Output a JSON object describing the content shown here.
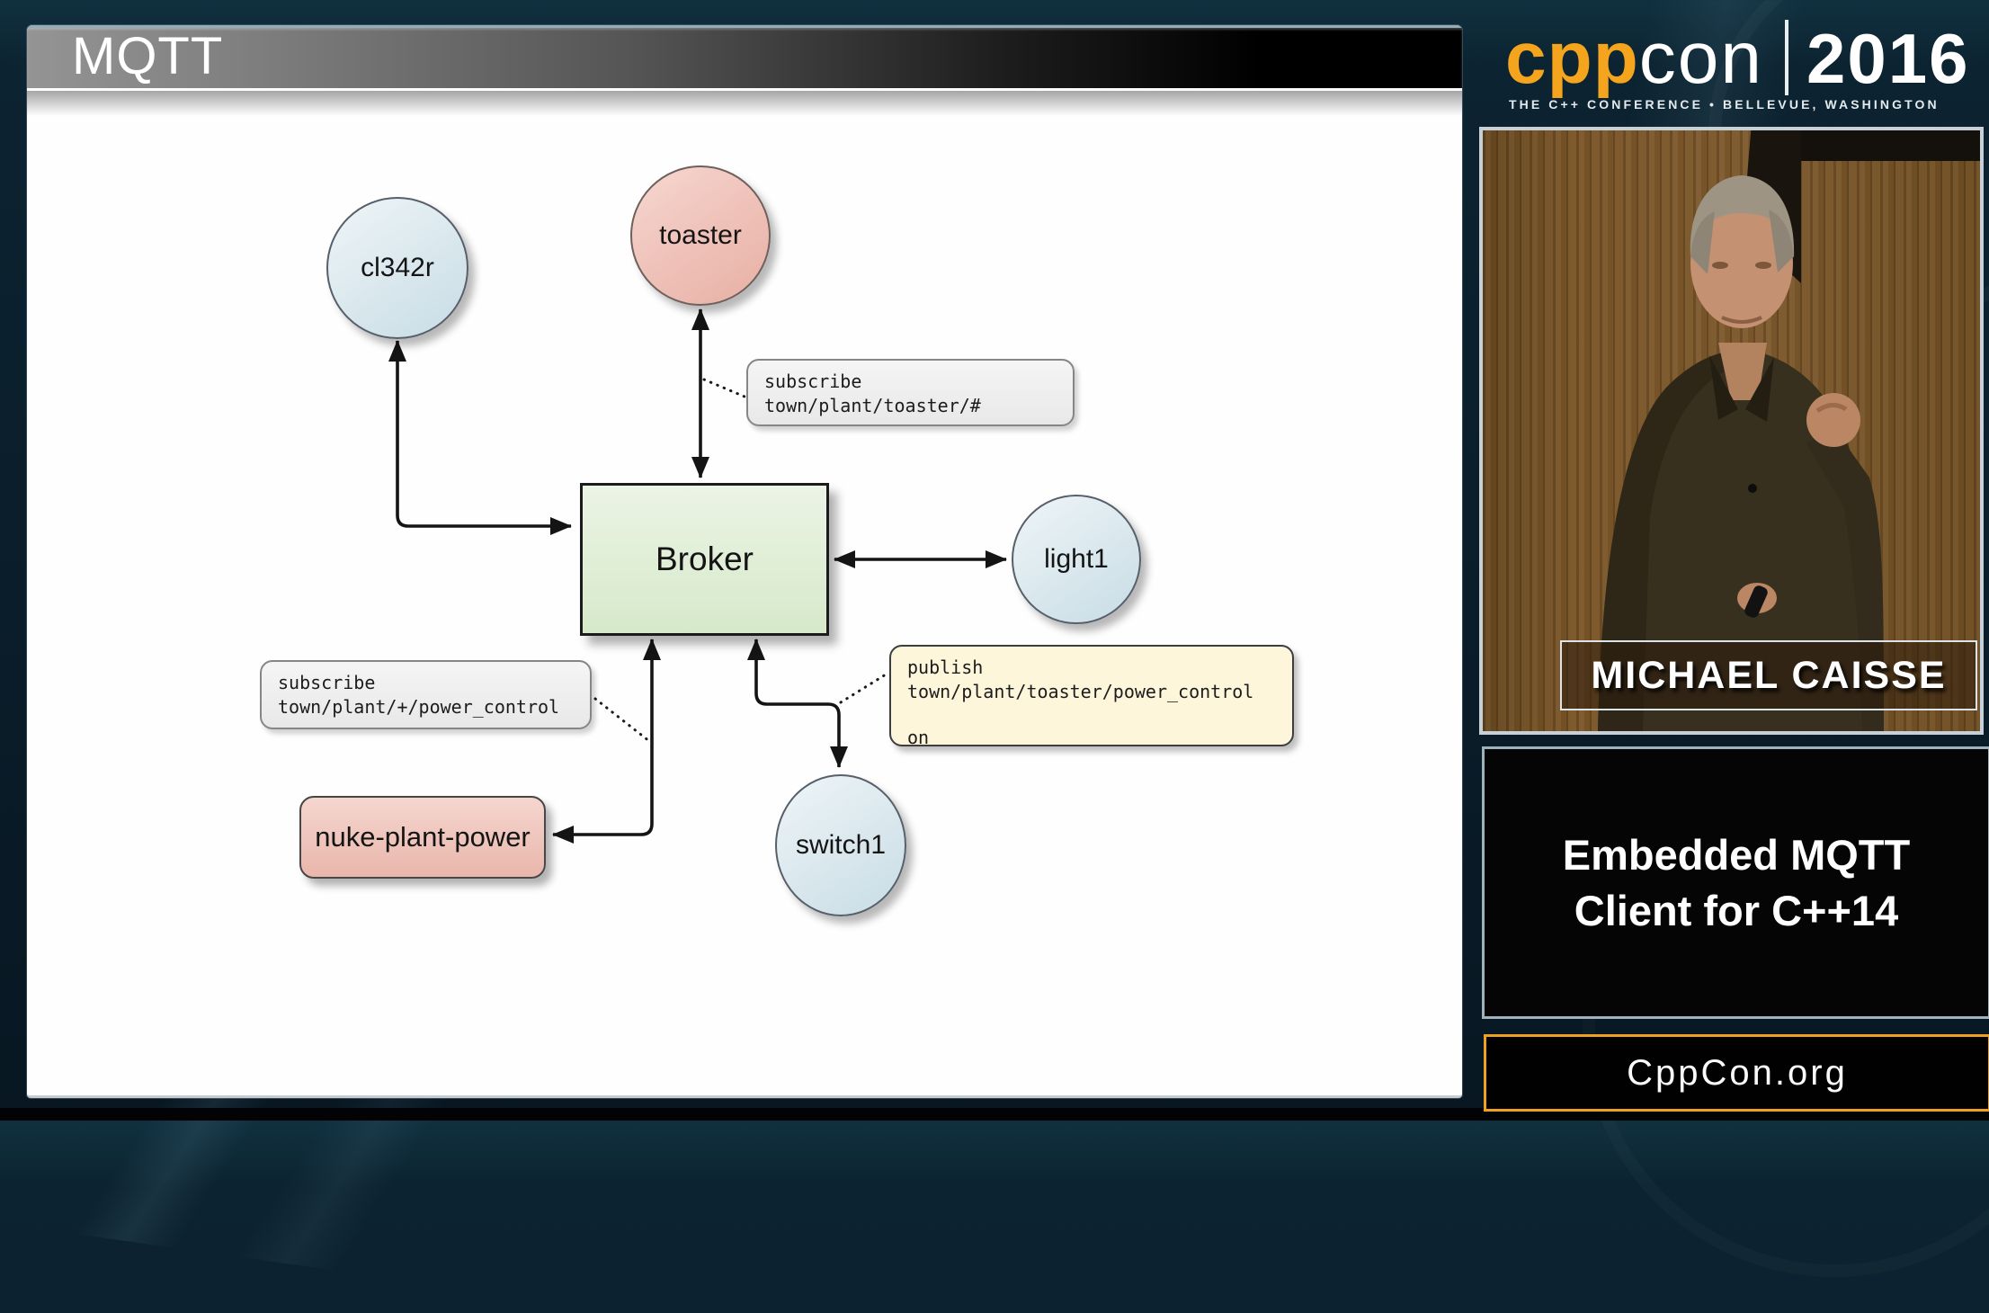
{
  "slide": {
    "title": "MQTT",
    "nodes": {
      "cl342r": {
        "label": "cl342r"
      },
      "toaster": {
        "label": "toaster"
      },
      "broker": {
        "label": "Broker"
      },
      "light1": {
        "label": "light1"
      },
      "switch1": {
        "label": "switch1"
      },
      "nuke_plant_power": {
        "label": "nuke-plant-power"
      }
    },
    "callouts": {
      "subscribe_toaster": {
        "line1": "subscribe",
        "line2": "town/plant/toaster/#"
      },
      "subscribe_power": {
        "line1": "subscribe",
        "line2": "town/plant/+/power_control"
      },
      "publish_power": {
        "line1": "publish",
        "line2": "town/plant/toaster/power_control",
        "line3": "on"
      }
    }
  },
  "sidebar": {
    "logo": {
      "cpp": "cpp",
      "con": "con",
      "year": "2016"
    },
    "tagline": "THE C++ CONFERENCE • BELLEVUE, WASHINGTON",
    "speaker_name": "MICHAEL CAISSE",
    "talk_title": {
      "line1": "Embedded MQTT",
      "line2": "Client for C++14"
    },
    "footer": "CppCon.org"
  },
  "colors": {
    "accent_orange": "#f5a41d",
    "broker_green": "#ddecd4",
    "client_blue": "#dbe8ee",
    "alert_pink": "#efc2b9",
    "publish_cream": "#fdf6da",
    "background_navy": "#0c2331",
    "titlebar_black": "#000000"
  }
}
